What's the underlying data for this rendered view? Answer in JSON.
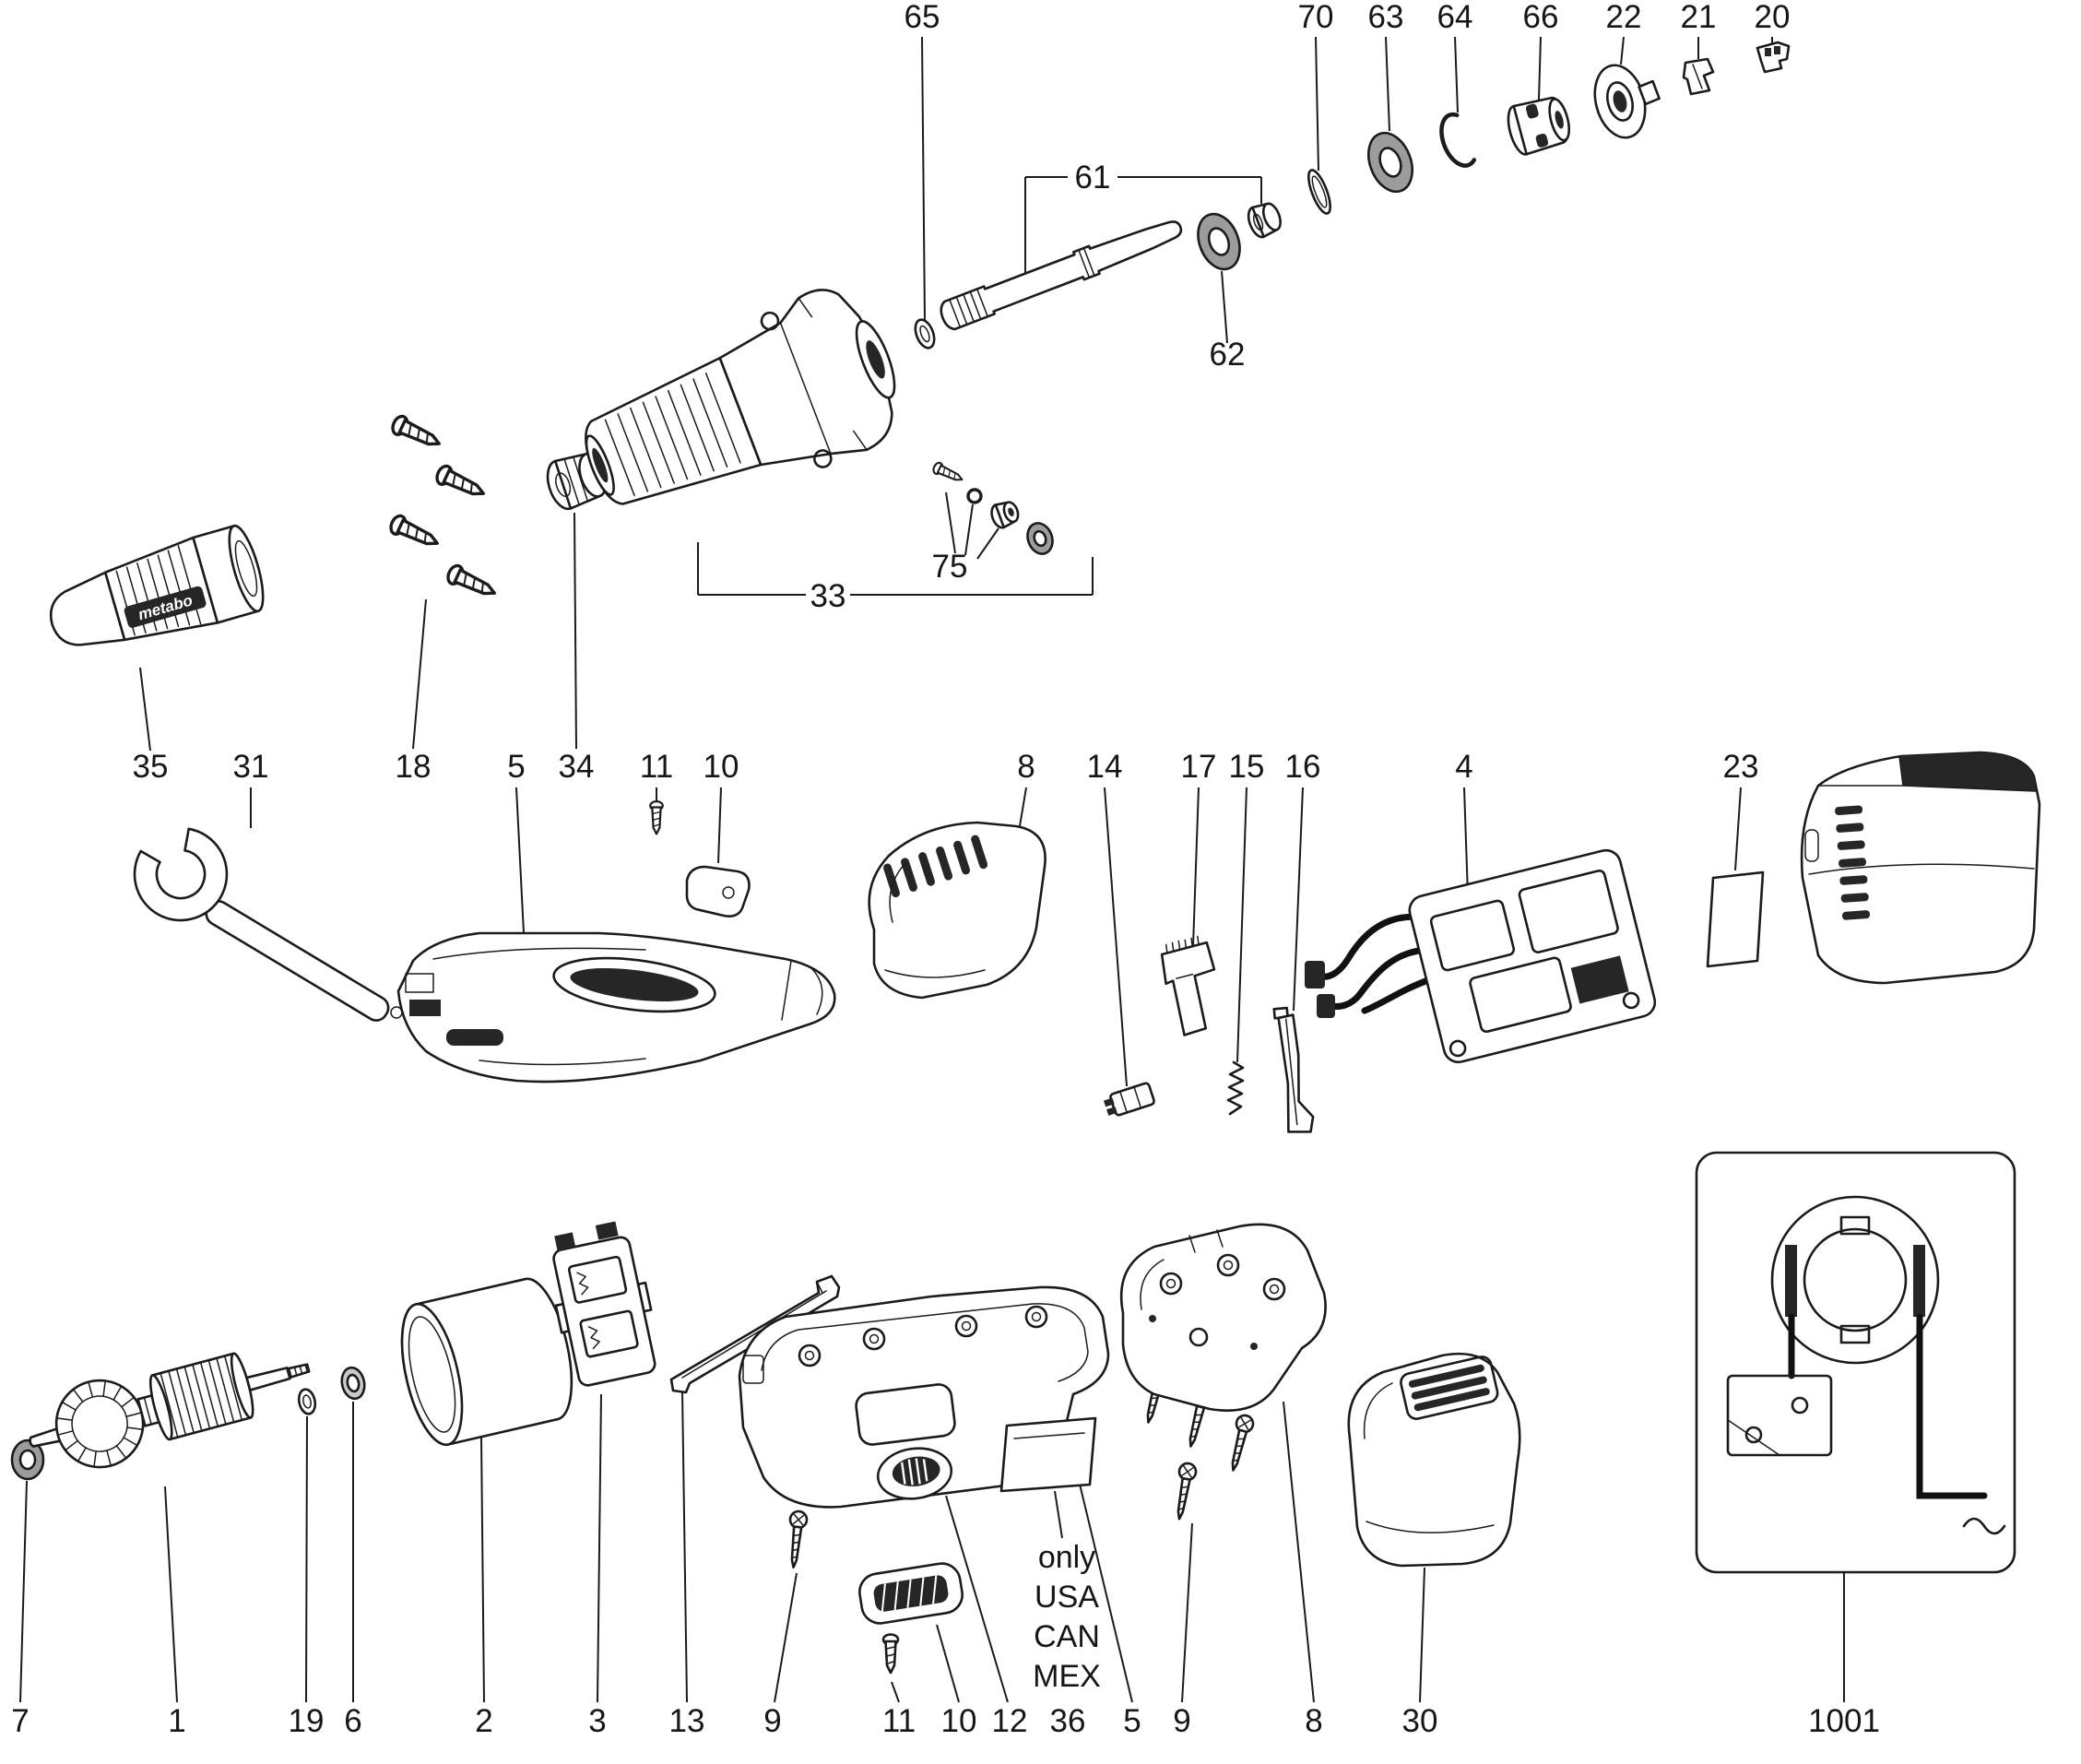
{
  "figure": {
    "brand": "metabo",
    "region_note_lines": [
      "only",
      "USA",
      "CAN",
      "MEX"
    ]
  },
  "callouts": [
    {
      "label": "65"
    },
    {
      "label": "70"
    },
    {
      "label": "63"
    },
    {
      "label": "64"
    },
    {
      "label": "66"
    },
    {
      "label": "22"
    },
    {
      "label": "21"
    },
    {
      "label": "20"
    },
    {
      "label": "61"
    },
    {
      "label": "62"
    },
    {
      "label": "75"
    },
    {
      "label": "33"
    },
    {
      "label": "35"
    },
    {
      "label": "31"
    },
    {
      "label": "18"
    },
    {
      "label": "5"
    },
    {
      "label": "34"
    },
    {
      "label": "11"
    },
    {
      "label": "10"
    },
    {
      "label": "8"
    },
    {
      "label": "14"
    },
    {
      "label": "17"
    },
    {
      "label": "15"
    },
    {
      "label": "16"
    },
    {
      "label": "4"
    },
    {
      "label": "23"
    },
    {
      "label": "7"
    },
    {
      "label": "1"
    },
    {
      "label": "19"
    },
    {
      "label": "6"
    },
    {
      "label": "2"
    },
    {
      "label": "3"
    },
    {
      "label": "13"
    },
    {
      "label": "9"
    },
    {
      "label": "11"
    },
    {
      "label": "10"
    },
    {
      "label": "12"
    },
    {
      "label": "36"
    },
    {
      "label": "5"
    },
    {
      "label": "9"
    },
    {
      "label": "8"
    },
    {
      "label": "30"
    },
    {
      "label": "1001"
    }
  ]
}
